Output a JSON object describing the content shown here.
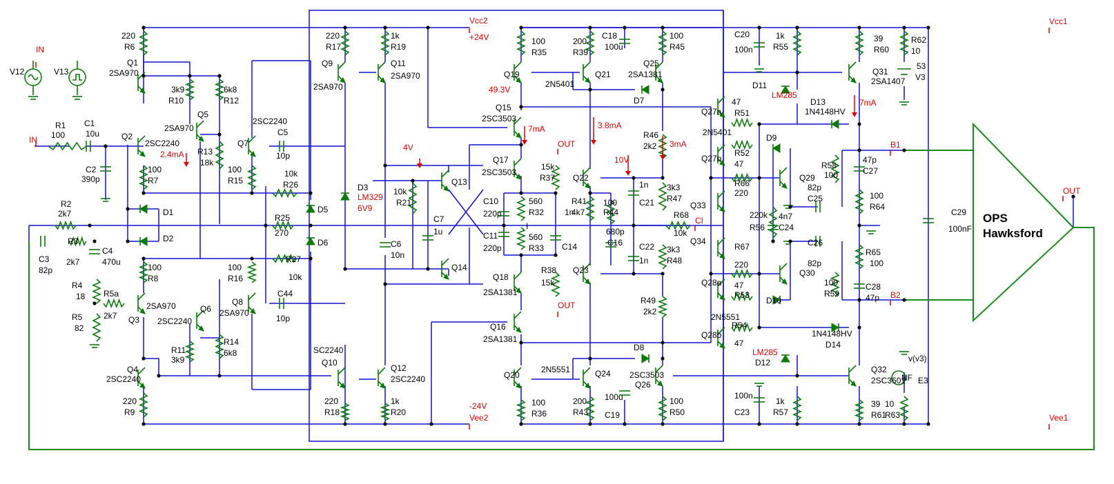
{
  "labels": [
    {
      "id": "vcc1",
      "text": "Vcc1",
      "red": true
    },
    {
      "id": "vcc2",
      "text": "Vcc2",
      "red": true
    },
    {
      "id": "p24",
      "text": "+24V",
      "red": true
    },
    {
      "id": "m24",
      "text": "-24V",
      "red": true
    },
    {
      "id": "vee2",
      "text": "Vee2",
      "red": true
    },
    {
      "id": "vee1",
      "text": "Vee1",
      "red": true
    },
    {
      "id": "in1",
      "text": "IN",
      "red": true
    },
    {
      "id": "in2",
      "text": "IN",
      "red": true
    },
    {
      "id": "out1",
      "text": "OUT",
      "red": true
    },
    {
      "id": "out2",
      "text": "OUT",
      "red": true
    },
    {
      "id": "out3",
      "text": "OUT",
      "red": true
    },
    {
      "id": "ci",
      "text": "CI",
      "red": true
    },
    {
      "id": "b1",
      "text": "B1",
      "red": true
    },
    {
      "id": "b2",
      "text": "B2",
      "red": true
    },
    {
      "id": "a24",
      "text": "2.4mA",
      "red": true
    },
    {
      "id": "v493",
      "text": "49.3V",
      "red": true
    },
    {
      "id": "a7a",
      "text": "7mA",
      "red": true
    },
    {
      "id": "v4",
      "text": "4V",
      "red": true
    },
    {
      "id": "a38",
      "text": "3.8mA",
      "red": true
    },
    {
      "id": "a3",
      "text": "3mA",
      "red": true
    },
    {
      "id": "v10",
      "text": "10V",
      "red": true
    },
    {
      "id": "a7b",
      "text": "7mA",
      "red": true
    },
    {
      "id": "lm329",
      "text": "LM329",
      "red": true
    },
    {
      "id": "v69",
      "text": "6V9",
      "red": true
    },
    {
      "id": "lm285a",
      "text": "LM285",
      "red": true
    },
    {
      "id": "lm285b",
      "text": "LM285",
      "red": true
    },
    {
      "id": "ops1",
      "text": "OPS",
      "big": true
    },
    {
      "id": "ops2",
      "text": "Hawksford",
      "big": true
    },
    {
      "id": "v12",
      "text": "V12"
    },
    {
      "id": "v13",
      "text": "V13"
    },
    {
      "id": "r1",
      "text": "R1"
    },
    {
      "id": "r1v",
      "text": "100"
    },
    {
      "id": "c1",
      "text": "C1"
    },
    {
      "id": "c1v",
      "text": "10u"
    },
    {
      "id": "c2v",
      "text": "C2"
    },
    {
      "id": "c2vv",
      "text": "390p"
    },
    {
      "id": "r6v",
      "text": "220"
    },
    {
      "id": "r6",
      "text": "R6"
    },
    {
      "id": "q1",
      "text": "Q1"
    },
    {
      "id": "q1t",
      "text": "2SA970"
    },
    {
      "id": "q2",
      "text": "Q2"
    },
    {
      "id": "q2t",
      "text": "2SC2240"
    },
    {
      "id": "r10v",
      "text": "3k9"
    },
    {
      "id": "r10",
      "text": "R10"
    },
    {
      "id": "q5",
      "text": "Q5"
    },
    {
      "id": "q5t",
      "text": "2SA970"
    },
    {
      "id": "r12v",
      "text": "6k8"
    },
    {
      "id": "r12",
      "text": "R12"
    },
    {
      "id": "r13",
      "text": "R13"
    },
    {
      "id": "r13v",
      "text": "18k"
    },
    {
      "id": "r7v",
      "text": "100"
    },
    {
      "id": "r7",
      "text": "R7"
    },
    {
      "id": "q7t",
      "text": "2SC2240"
    },
    {
      "id": "q7",
      "text": "Q7"
    },
    {
      "id": "c5",
      "text": "C5"
    },
    {
      "id": "c5v",
      "text": "10p"
    },
    {
      "id": "r15v",
      "text": "100"
    },
    {
      "id": "r15",
      "text": "R15"
    },
    {
      "id": "r26v",
      "text": "10k"
    },
    {
      "id": "r26",
      "text": "R26"
    },
    {
      "id": "r2",
      "text": "R2"
    },
    {
      "id": "r2v",
      "text": "2k7"
    },
    {
      "id": "d1",
      "text": "D1"
    },
    {
      "id": "d2",
      "text": "D2"
    },
    {
      "id": "d5",
      "text": "D5"
    },
    {
      "id": "d6",
      "text": "D6"
    },
    {
      "id": "r25",
      "text": "R25"
    },
    {
      "id": "r25v",
      "text": "270"
    },
    {
      "id": "c3",
      "text": "C3"
    },
    {
      "id": "c3v",
      "text": "82p"
    },
    {
      "id": "r3",
      "text": "R3"
    },
    {
      "id": "r3v",
      "text": "2k7"
    },
    {
      "id": "c4",
      "text": "C4"
    },
    {
      "id": "c4v",
      "text": "470u"
    },
    {
      "id": "r4",
      "text": "R4"
    },
    {
      "id": "r4v",
      "text": "18"
    },
    {
      "id": "r5",
      "text": "R5"
    },
    {
      "id": "r5v",
      "text": "82"
    },
    {
      "id": "r5a",
      "text": "R5a"
    },
    {
      "id": "r5av",
      "text": "2k7"
    },
    {
      "id": "r8v",
      "text": "100"
    },
    {
      "id": "r8",
      "text": "R8"
    },
    {
      "id": "q3",
      "text": "Q3"
    },
    {
      "id": "q3t",
      "text": "2SA970"
    },
    {
      "id": "q6",
      "text": "Q6"
    },
    {
      "id": "q6t",
      "text": "2SC2240"
    },
    {
      "id": "r16v",
      "text": "100"
    },
    {
      "id": "r16",
      "text": "R16"
    },
    {
      "id": "q8",
      "text": "Q8"
    },
    {
      "id": "q8t",
      "text": "2SA970"
    },
    {
      "id": "r27",
      "text": "R27"
    },
    {
      "id": "r27v",
      "text": "10k"
    },
    {
      "id": "c44",
      "text": "C44"
    },
    {
      "id": "c44v",
      "text": "10p"
    },
    {
      "id": "r11",
      "text": "R11"
    },
    {
      "id": "r11v",
      "text": "3k9"
    },
    {
      "id": "r14",
      "text": "R14"
    },
    {
      "id": "r14v",
      "text": "6k8"
    },
    {
      "id": "q4",
      "text": "Q4"
    },
    {
      "id": "q4t",
      "text": "2SC2240"
    },
    {
      "id": "r9v",
      "text": "220"
    },
    {
      "id": "r9",
      "text": "R9"
    },
    {
      "id": "r17v",
      "text": "220"
    },
    {
      "id": "r17",
      "text": "R17"
    },
    {
      "id": "r19v",
      "text": "1k"
    },
    {
      "id": "r19",
      "text": "R19"
    },
    {
      "id": "q9",
      "text": "Q9"
    },
    {
      "id": "q9t",
      "text": "2SA970"
    },
    {
      "id": "q11",
      "text": "Q11"
    },
    {
      "id": "q11t",
      "text": "2SA970"
    },
    {
      "id": "d3",
      "text": "D3"
    },
    {
      "id": "c6",
      "text": "C6"
    },
    {
      "id": "c6v",
      "text": "10n"
    },
    {
      "id": "q10t",
      "text": "SC2240"
    },
    {
      "id": "q10",
      "text": "Q10"
    },
    {
      "id": "q12",
      "text": "Q12"
    },
    {
      "id": "q12t",
      "text": "2SC2240"
    },
    {
      "id": "r18v",
      "text": "220"
    },
    {
      "id": "r18",
      "text": "R18"
    },
    {
      "id": "r20v",
      "text": "1k"
    },
    {
      "id": "r20",
      "text": "R20"
    },
    {
      "id": "r21v",
      "text": "10k"
    },
    {
      "id": "r21",
      "text": "R21"
    },
    {
      "id": "q13",
      "text": "Q13"
    },
    {
      "id": "q14",
      "text": "Q14"
    },
    {
      "id": "c7",
      "text": "C7"
    },
    {
      "id": "c7v",
      "text": "1u"
    },
    {
      "id": "r35v",
      "text": "100"
    },
    {
      "id": "r35",
      "text": "R35"
    },
    {
      "id": "q19",
      "text": "Q19"
    },
    {
      "id": "q15",
      "text": "Q15"
    },
    {
      "id": "q15t",
      "text": "2SC3503"
    },
    {
      "id": "q17",
      "text": "Q17"
    },
    {
      "id": "q17t",
      "text": "2SC3503"
    },
    {
      "id": "c10",
      "text": "C10"
    },
    {
      "id": "c10v",
      "text": "220p"
    },
    {
      "id": "c11",
      "text": "C11"
    },
    {
      "id": "c11v",
      "text": "220p"
    },
    {
      "id": "r32v",
      "text": "560"
    },
    {
      "id": "r32",
      "text": "R32"
    },
    {
      "id": "r33v",
      "text": "560"
    },
    {
      "id": "r33",
      "text": "R33"
    },
    {
      "id": "ibar",
      "text": "I"
    },
    {
      "id": "q18",
      "text": "Q18"
    },
    {
      "id": "q18t",
      "text": "2SA1381"
    },
    {
      "id": "q16",
      "text": "Q16"
    },
    {
      "id": "q16t",
      "text": "2SA1381"
    },
    {
      "id": "q20",
      "text": "Q20"
    },
    {
      "id": "r36v",
      "text": "100"
    },
    {
      "id": "r36",
      "text": "R36"
    },
    {
      "id": "r37v",
      "text": "15k"
    },
    {
      "id": "r37",
      "text": "R37"
    },
    {
      "id": "c14v",
      "text": "1n"
    },
    {
      "id": "c14",
      "text": "C14"
    },
    {
      "id": "r38",
      "text": "R38"
    },
    {
      "id": "r38v",
      "text": "15k"
    },
    {
      "id": "r39v",
      "text": "200"
    },
    {
      "id": "r39",
      "text": "R39"
    },
    {
      "id": "q21",
      "text": "Q21"
    },
    {
      "id": "n5401a",
      "text": "2N5401"
    },
    {
      "id": "c18",
      "text": "C18"
    },
    {
      "id": "c18v",
      "text": "100u"
    },
    {
      "id": "q22",
      "text": "Q22"
    },
    {
      "id": "q23",
      "text": "Q23"
    },
    {
      "id": "r41",
      "text": "R41"
    },
    {
      "id": "r41v",
      "text": "4k7"
    },
    {
      "id": "r44v",
      "text": "100"
    },
    {
      "id": "r44",
      "text": "R44"
    },
    {
      "id": "c16v",
      "text": "680p"
    },
    {
      "id": "c16",
      "text": "C16"
    },
    {
      "id": "c21v",
      "text": "1n"
    },
    {
      "id": "c21",
      "text": "C21"
    },
    {
      "id": "c22",
      "text": "C22"
    },
    {
      "id": "c22v",
      "text": "1n"
    },
    {
      "id": "n5551a",
      "text": "2N5551"
    },
    {
      "id": "q24",
      "text": "Q24"
    },
    {
      "id": "r43v",
      "text": "200"
    },
    {
      "id": "r43",
      "text": "R43"
    },
    {
      "id": "c19v",
      "text": "100u"
    },
    {
      "id": "c19",
      "text": "C19"
    },
    {
      "id": "r45v",
      "text": "100"
    },
    {
      "id": "r45",
      "text": "R45"
    },
    {
      "id": "q25",
      "text": "Q25"
    },
    {
      "id": "q25t",
      "text": "2SA1381"
    },
    {
      "id": "d7",
      "text": "D7"
    },
    {
      "id": "r46",
      "text": "R46"
    },
    {
      "id": "r46v",
      "text": "2k2"
    },
    {
      "id": "r47v",
      "text": "3k3"
    },
    {
      "id": "r47",
      "text": "R47"
    },
    {
      "id": "r68",
      "text": "R68"
    },
    {
      "id": "r68v",
      "text": "10k"
    },
    {
      "id": "r48v",
      "text": "3k3"
    },
    {
      "id": "r48",
      "text": "R48"
    },
    {
      "id": "r49",
      "text": "R49"
    },
    {
      "id": "r49v",
      "text": "2k2"
    },
    {
      "id": "d8",
      "text": "D8"
    },
    {
      "id": "q26t",
      "text": "2SC3503"
    },
    {
      "id": "q26",
      "text": "Q26"
    },
    {
      "id": "r50v",
      "text": "100"
    },
    {
      "id": "r50",
      "text": "R50"
    },
    {
      "id": "c20",
      "text": "C20"
    },
    {
      "id": "c20v",
      "text": "100n"
    },
    {
      "id": "r55v",
      "text": "1k"
    },
    {
      "id": "r55",
      "text": "R55"
    },
    {
      "id": "d11",
      "text": "D11"
    },
    {
      "id": "q27a",
      "text": "Q27a"
    },
    {
      "id": "r51v",
      "text": "47"
    },
    {
      "id": "r51",
      "text": "R51"
    },
    {
      "id": "n5401b",
      "text": "2N5401"
    },
    {
      "id": "q27b",
      "text": "Q27b"
    },
    {
      "id": "r52",
      "text": "R52"
    },
    {
      "id": "r52v",
      "text": "47"
    },
    {
      "id": "d9",
      "text": "D9"
    },
    {
      "id": "q33",
      "text": "Q33"
    },
    {
      "id": "r66",
      "text": "R66"
    },
    {
      "id": "r66v",
      "text": "220"
    },
    {
      "id": "r56v",
      "text": "220k"
    },
    {
      "id": "r56",
      "text": "R56"
    },
    {
      "id": "c24v",
      "text": "4n7"
    },
    {
      "id": "c24",
      "text": "C24"
    },
    {
      "id": "q34",
      "text": "Q34"
    },
    {
      "id": "r67",
      "text": "R67"
    },
    {
      "id": "r67v",
      "text": "220"
    },
    {
      "id": "q28a",
      "text": "Q28a"
    },
    {
      "id": "r53v",
      "text": "47"
    },
    {
      "id": "r53",
      "text": "R53"
    },
    {
      "id": "d10",
      "text": "D10"
    },
    {
      "id": "n5551b",
      "text": "2N5551"
    },
    {
      "id": "q28b",
      "text": "Q28b"
    },
    {
      "id": "r54",
      "text": "R54"
    },
    {
      "id": "r54v",
      "text": "47"
    },
    {
      "id": "d12",
      "text": "D12"
    },
    {
      "id": "c23v",
      "text": "100n"
    },
    {
      "id": "c23",
      "text": "C23"
    },
    {
      "id": "r57v",
      "text": "1k"
    },
    {
      "id": "r57",
      "text": "R57"
    },
    {
      "id": "q29",
      "text": "Q29"
    },
    {
      "id": "q30",
      "text": "Q30"
    },
    {
      "id": "c25v",
      "text": "82p"
    },
    {
      "id": "c25",
      "text": "C25"
    },
    {
      "id": "c26",
      "text": "C26"
    },
    {
      "id": "c26v",
      "text": "82p"
    },
    {
      "id": "d13",
      "text": "D13"
    },
    {
      "id": "d13t",
      "text": "1N4148HV"
    },
    {
      "id": "d14t",
      "text": "1N4148HV"
    },
    {
      "id": "d14",
      "text": "D14"
    },
    {
      "id": "r60v",
      "text": "39"
    },
    {
      "id": "r60",
      "text": "R60"
    },
    {
      "id": "q31",
      "text": "Q31"
    },
    {
      "id": "q31t",
      "text": "2SA1407"
    },
    {
      "id": "r58",
      "text": "R58"
    },
    {
      "id": "r58v",
      "text": "100"
    },
    {
      "id": "c27v",
      "text": "47p"
    },
    {
      "id": "c27",
      "text": "C27"
    },
    {
      "id": "r64v",
      "text": "100"
    },
    {
      "id": "r64",
      "text": "R64"
    },
    {
      "id": "r65",
      "text": "R65"
    },
    {
      "id": "r65v",
      "text": "100"
    },
    {
      "id": "r59v",
      "text": "100"
    },
    {
      "id": "r59",
      "text": "R59"
    },
    {
      "id": "c28",
      "text": "C28"
    },
    {
      "id": "c28v",
      "text": "47p"
    },
    {
      "id": "q32",
      "text": "Q32"
    },
    {
      "id": "q32t",
      "text": "2SC3601"
    },
    {
      "id": "r61v",
      "text": "39"
    },
    {
      "id": "r61",
      "text": "R61"
    },
    {
      "id": "r62",
      "text": "R62"
    },
    {
      "id": "r62v",
      "text": "10"
    },
    {
      "id": "v3v",
      "text": "53"
    },
    {
      "id": "v3",
      "text": "V3"
    },
    {
      "id": "c29",
      "text": "C29"
    },
    {
      "id": "c29v",
      "text": "100nF"
    },
    {
      "id": "vv3",
      "text": "v(v3)"
    },
    {
      "id": "nf",
      "text": "NF"
    },
    {
      "id": "e3",
      "text": "E3"
    },
    {
      "id": "r63v",
      "text": "10"
    },
    {
      "id": "r63",
      "text": "R63"
    }
  ]
}
